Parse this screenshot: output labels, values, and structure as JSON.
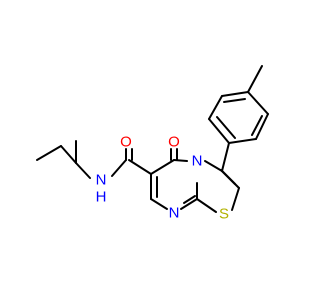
{
  "molecule": {
    "atom_labels": {
      "amide_n": "N",
      "amide_h": "H",
      "carbonyl_o_amide": "O",
      "carbonyl_o_ring": "O",
      "ring_n_bridge": "N",
      "ring_n_lower": "N",
      "thiazole_s": "S"
    },
    "colors": {
      "bond": "#000000",
      "nitrogen": "#0000ff",
      "oxygen": "#ff0000",
      "sulfur": "#b2b200"
    }
  }
}
